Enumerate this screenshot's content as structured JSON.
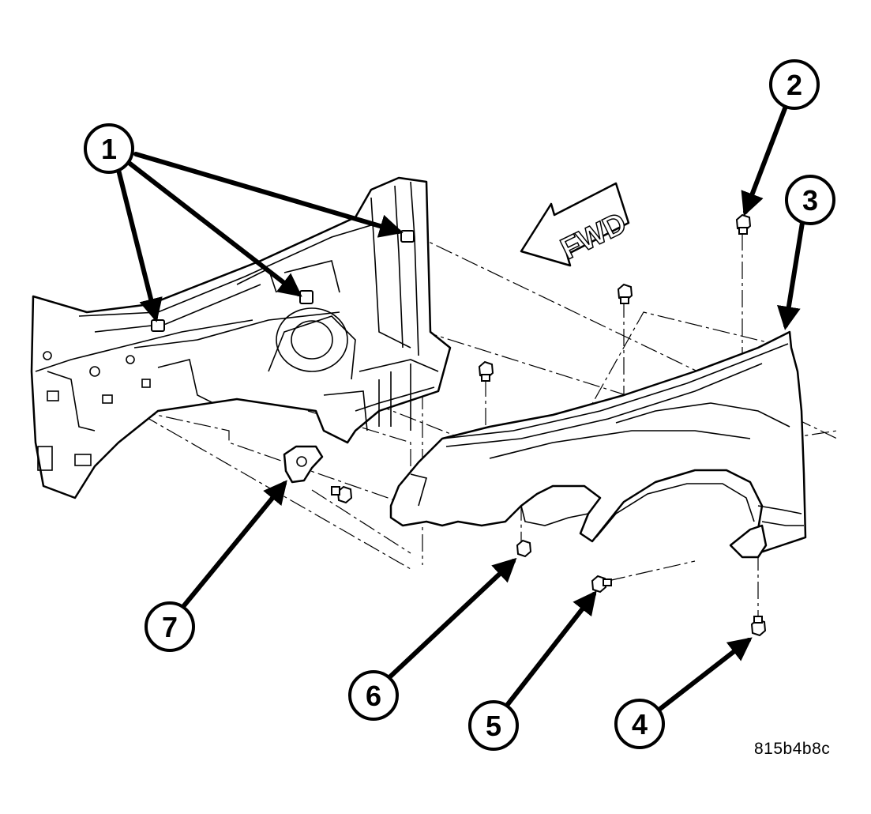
{
  "callouts": [
    {
      "label": "1"
    },
    {
      "label": "2"
    },
    {
      "label": "3"
    },
    {
      "label": "4"
    },
    {
      "label": "5"
    },
    {
      "label": "6"
    },
    {
      "label": "7"
    }
  ],
  "direction_arrow": {
    "label": "FWD"
  },
  "figure_id": "815b4b8c",
  "colors": {
    "line": "#000000",
    "background": "#ffffff"
  }
}
